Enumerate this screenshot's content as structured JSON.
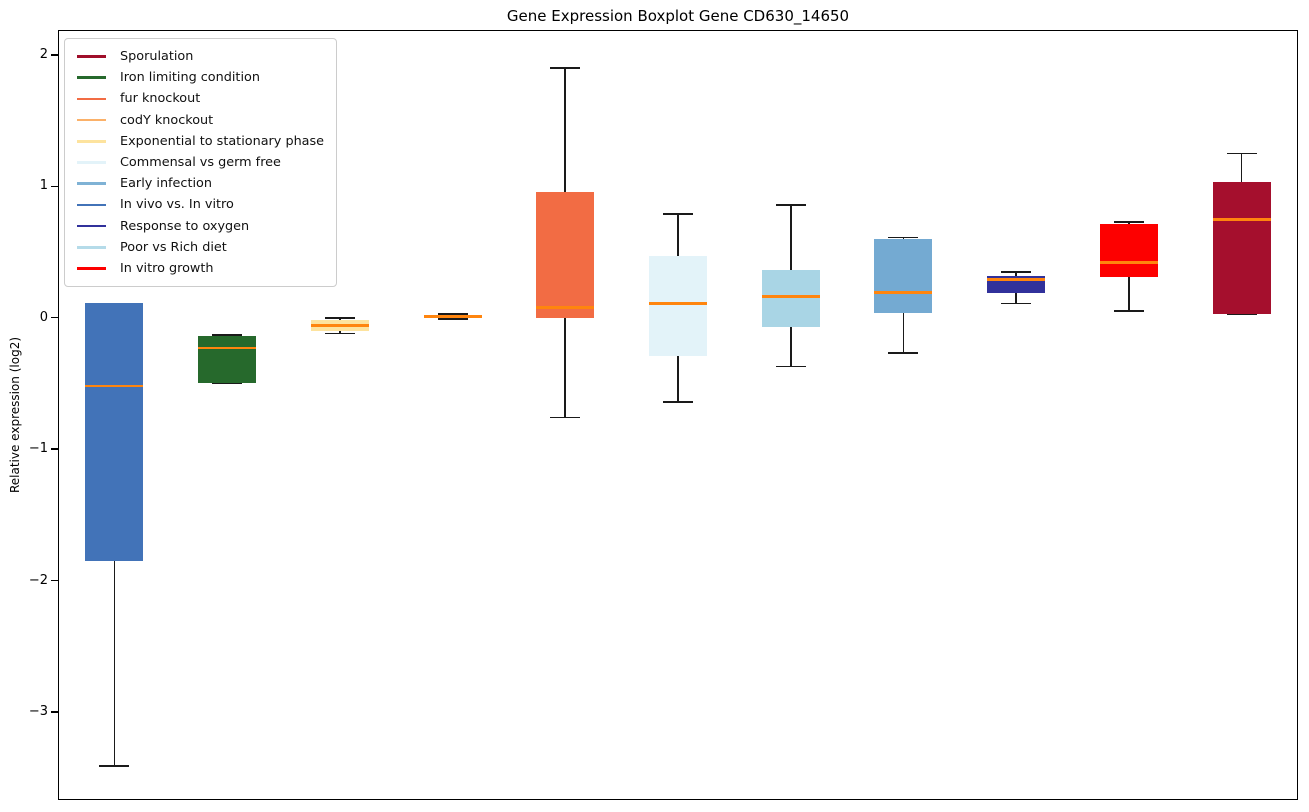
{
  "chart_data": {
    "type": "boxplot",
    "title": "Gene Expression Boxplot Gene CD630_14650",
    "ylabel": "Relative expression (log2)",
    "xlabel": "",
    "ylim": [
      -3.67,
      2.19
    ],
    "yticks": [
      2,
      1,
      0,
      -1,
      -2,
      -3
    ],
    "grid": false,
    "legend_position": "upper-left",
    "frame_color": "#000000",
    "median_color": "#ff850e",
    "whisker_color": "#1a1a1a",
    "legend": [
      {
        "label": "Sporulation",
        "color": "#a00e2a"
      },
      {
        "label": "Iron limiting condition",
        "color": "#26692c"
      },
      {
        "label": "fur knockout",
        "color": "#f26c44"
      },
      {
        "label": "codY knockout",
        "color": "#fbb169"
      },
      {
        "label": "Exponential to stationary phase",
        "color": "#fde39e"
      },
      {
        "label": "Commensal vs germ free",
        "color": "#e3f3f9"
      },
      {
        "label": "Early infection",
        "color": "#7fb2d5"
      },
      {
        "label": "In vivo vs. In vitro",
        "color": "#4273b8"
      },
      {
        "label": "Response to oxygen",
        "color": "#31319b"
      },
      {
        "label": "Poor vs Rich diet",
        "color": "#b5dbe9"
      },
      {
        "label": "In vitro growth",
        "color": "#fd0000"
      }
    ],
    "series": [
      {
        "condition": "In vivo vs. In vitro",
        "color": "#4273b8",
        "whisker_low": -3.41,
        "q1": -1.85,
        "median": -0.52,
        "q3": 0.11,
        "whisker_high": 0.11
      },
      {
        "condition": "Iron limiting condition",
        "color": "#26692c",
        "whisker_low": -0.5,
        "q1": -0.5,
        "median": -0.23,
        "q3": -0.14,
        "whisker_high": -0.13
      },
      {
        "condition": "Exponential to stationary phase",
        "color": "#fde39e",
        "whisker_low": -0.12,
        "q1": -0.1,
        "median": -0.06,
        "q3": -0.02,
        "whisker_high": 0.0
      },
      {
        "condition": "codY knockout",
        "color": "#f9b167",
        "whisker_low": -0.01,
        "q1": 0.0,
        "median": 0.01,
        "q3": 0.02,
        "whisker_high": 0.03
      },
      {
        "condition": "fur knockout",
        "color": "#f26c44",
        "whisker_low": -0.76,
        "q1": 0.0,
        "median": 0.08,
        "q3": 0.96,
        "whisker_high": 1.9
      },
      {
        "condition": "Commensal vs germ free",
        "color": "#e3f3f9",
        "whisker_low": -0.64,
        "q1": -0.29,
        "median": 0.11,
        "q3": 0.47,
        "whisker_high": 0.79
      },
      {
        "condition": "Poor vs Rich diet",
        "color": "#a9d5e5",
        "whisker_low": -0.37,
        "q1": -0.07,
        "median": 0.16,
        "q3": 0.36,
        "whisker_high": 0.86
      },
      {
        "condition": "Early infection",
        "color": "#74aad2",
        "whisker_low": -0.27,
        "q1": 0.04,
        "median": 0.19,
        "q3": 0.6,
        "whisker_high": 0.61
      },
      {
        "condition": "Response to oxygen",
        "color": "#31319b",
        "whisker_low": 0.11,
        "q1": 0.19,
        "median": 0.29,
        "q3": 0.32,
        "whisker_high": 0.35
      },
      {
        "condition": "In vitro growth",
        "color": "#fd0000",
        "whisker_low": 0.05,
        "q1": 0.31,
        "median": 0.42,
        "q3": 0.71,
        "whisker_high": 0.73
      },
      {
        "condition": "Sporulation",
        "color": "#a50f2d",
        "whisker_low": 0.03,
        "q1": 0.03,
        "median": 0.75,
        "q3": 1.03,
        "whisker_high": 1.25
      }
    ]
  }
}
